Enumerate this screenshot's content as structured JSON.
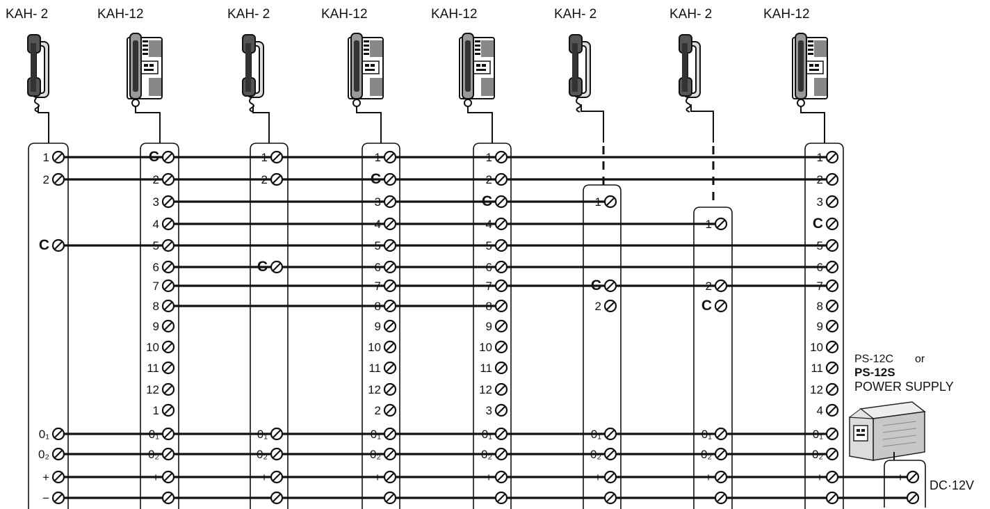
{
  "stations": [
    {
      "id": "s1",
      "model": "KAH- 2",
      "type": "handset",
      "terminals": [
        {
          "label": "1"
        },
        {
          "label": "2"
        },
        {
          "label": "C"
        },
        {
          "label": "0₁"
        },
        {
          "label": "0₂"
        },
        {
          "label": "+"
        },
        {
          "label": "−"
        }
      ]
    },
    {
      "id": "s2",
      "model": "KAH-12",
      "type": "master",
      "terminals": [
        {
          "label": "C"
        },
        {
          "label": "2"
        },
        {
          "label": "3"
        },
        {
          "label": "4"
        },
        {
          "label": "5"
        },
        {
          "label": "6"
        },
        {
          "label": "7"
        },
        {
          "label": "8"
        },
        {
          "label": "9"
        },
        {
          "label": "10"
        },
        {
          "label": "11"
        },
        {
          "label": "12"
        },
        {
          "label": "1"
        },
        {
          "label": "0₁"
        },
        {
          "label": "0₂"
        },
        {
          "label": "+"
        },
        {
          "label": "−"
        }
      ]
    },
    {
      "id": "s3",
      "model": "KAH- 2",
      "type": "handset",
      "terminals": [
        {
          "label": "1"
        },
        {
          "label": "2"
        },
        {
          "label": "C"
        },
        {
          "label": "0₁"
        },
        {
          "label": "0₂"
        },
        {
          "label": "+"
        },
        {
          "label": "−"
        }
      ]
    },
    {
      "id": "s4",
      "model": "KAH-12",
      "type": "master",
      "terminals": [
        {
          "label": "1"
        },
        {
          "label": "C"
        },
        {
          "label": "3"
        },
        {
          "label": "4"
        },
        {
          "label": "5"
        },
        {
          "label": "6"
        },
        {
          "label": "7"
        },
        {
          "label": "8"
        },
        {
          "label": "9"
        },
        {
          "label": "10"
        },
        {
          "label": "11"
        },
        {
          "label": "12"
        },
        {
          "label": "2"
        },
        {
          "label": "0₁"
        },
        {
          "label": "0₂"
        },
        {
          "label": "+"
        },
        {
          "label": "−"
        }
      ]
    },
    {
      "id": "s5",
      "model": "KAH-12",
      "type": "master",
      "terminals": [
        {
          "label": "1"
        },
        {
          "label": "2"
        },
        {
          "label": "C"
        },
        {
          "label": "4"
        },
        {
          "label": "5"
        },
        {
          "label": "6"
        },
        {
          "label": "7"
        },
        {
          "label": "8"
        },
        {
          "label": "9"
        },
        {
          "label": "10"
        },
        {
          "label": "11"
        },
        {
          "label": "12"
        },
        {
          "label": "3"
        },
        {
          "label": "0₁"
        },
        {
          "label": "0₂"
        },
        {
          "label": "+"
        },
        {
          "label": "−"
        }
      ]
    },
    {
      "id": "s6",
      "model": "KAH- 2",
      "type": "handset",
      "terminals": [
        {
          "label": "1"
        },
        {
          "label": "C"
        },
        {
          "label": "2"
        },
        {
          "label": "0₁"
        },
        {
          "label": "0₂"
        },
        {
          "label": "+"
        },
        {
          "label": "−"
        }
      ]
    },
    {
      "id": "s7",
      "model": "KAH- 2",
      "type": "handset",
      "terminals": [
        {
          "label": "1"
        },
        {
          "label": "2"
        },
        {
          "label": "C"
        },
        {
          "label": "0₁"
        },
        {
          "label": "0₂"
        },
        {
          "label": "+"
        },
        {
          "label": "−"
        }
      ]
    },
    {
      "id": "s8",
      "model": "KAH-12",
      "type": "master",
      "terminals": [
        {
          "label": "1"
        },
        {
          "label": "2"
        },
        {
          "label": "3"
        },
        {
          "label": "C"
        },
        {
          "label": "5"
        },
        {
          "label": "6"
        },
        {
          "label": "7"
        },
        {
          "label": "8"
        },
        {
          "label": "9"
        },
        {
          "label": "10"
        },
        {
          "label": "11"
        },
        {
          "label": "12"
        },
        {
          "label": "4"
        },
        {
          "label": "0₁"
        },
        {
          "label": "0₂"
        },
        {
          "label": "+"
        },
        {
          "label": "−"
        }
      ]
    }
  ],
  "power_supply": {
    "line1": "PS-12C",
    "line1_or": "or",
    "line2": "PS-12S",
    "line3": "POWER SUPPLY",
    "terminals": [
      {
        "label": "+"
      },
      {
        "label": "−"
      }
    ],
    "voltage_label": "DC·12V"
  }
}
